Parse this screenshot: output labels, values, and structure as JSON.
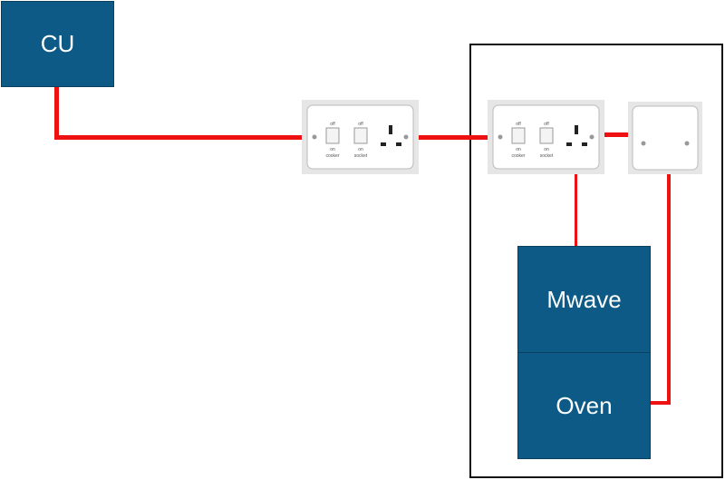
{
  "cu": {
    "label": "CU"
  },
  "mwave": {
    "label": "Mwave"
  },
  "oven": {
    "label": "Oven"
  },
  "cooker_unit": {
    "switch1_top": "off",
    "switch1_bottom": "on",
    "switch1_name": "cooker",
    "switch2_top": "off",
    "switch2_bottom": "on",
    "switch2_name": "socket"
  },
  "colors": {
    "box_fill": "#0d5a86",
    "wire": "#ee1111",
    "enclosure": "#111111"
  }
}
